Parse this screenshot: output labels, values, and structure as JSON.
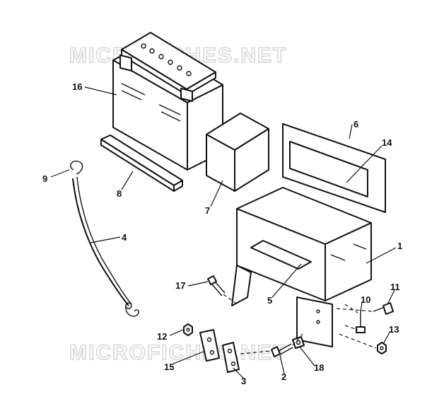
{
  "watermark": "MICROFICHES.NET",
  "callouts": {
    "p1": "1",
    "p2": "2",
    "p3": "3",
    "p4": "4",
    "p5": "5",
    "p6": "6",
    "p7": "7",
    "p8": "8",
    "p9": "9",
    "p10": "10",
    "p11": "11",
    "p12": "12",
    "p13": "13",
    "p14": "14",
    "p15": "15",
    "p16": "16",
    "p17": "17",
    "p18": "18"
  },
  "colors": {
    "ink": "#111111",
    "watermark": "#d8d8d8",
    "paper": "#ffffff"
  }
}
